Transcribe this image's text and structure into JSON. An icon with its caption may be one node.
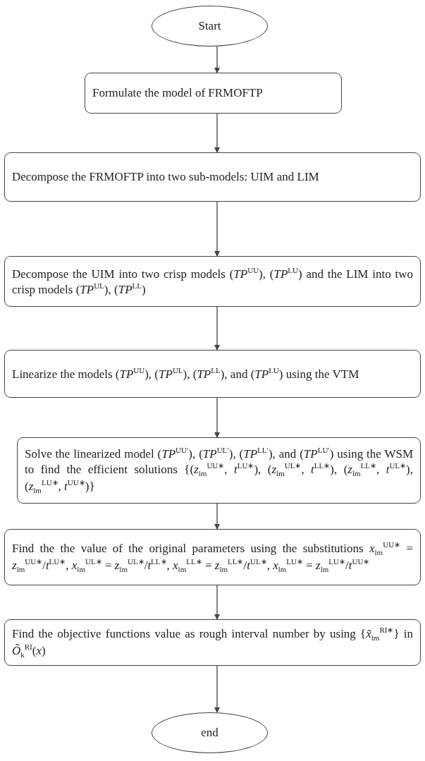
{
  "diagram": {
    "nodes": [
      {
        "text": [
          "Start"
        ]
      },
      {
        "text": [
          "Formulate the model of FRMOFTP"
        ]
      },
      {
        "text": [
          "Decompose the FRMOFTP into two sub-models: UIM and LIM"
        ]
      },
      {
        "text": [
          "Decompose the UIM into two crisp models (*TP*$^{UU}$), (*TP*$^{LU}$) and the LIM into two crisp models (*TP*$^{UL}$), (*TP*$^{LL}$)"
        ]
      },
      {
        "text": [
          "Linearize the models (*TP*$^{UU}$), (*TP*$^{UL}$), (*TP*$^{LL}$), and (*TP*$^{LU}$) using the VTM"
        ]
      },
      {
        "text": [
          "Solve the linearized model (*TP*$^{UU′}$), (*TP*$^{UL′}$), (*TP*$^{LL′}$), and (*TP*$^{LU′}$) using the WSM to find the efficient solutions {(*z*$_{lm}$$^{UU∗}$, *t*$^{LU∗}$), (*z*$_{lm}$$^{UL∗}$, *t*$^{LL∗}$), (*z*$_{lm}$$^{LL∗}$, *t*$^{UL∗}$), (*z*$_{lm}$$^{LU∗}$, *t*$^{UU∗}$)}"
        ]
      },
      {
        "text": [
          "Find the the value of the original parameters using the substitutions *x*$_{lm}$$^{UU∗}$ = *z*$_{lm}$$^{UU∗}$/*t*$^{LU∗}$, *x*$_{lm}$$^{UL∗}$ = *z*$_{lm}$$^{UL∗}$/*t*$^{LL∗}$, *x*$_{lm}$$^{LL∗}$ = *z*$_{lm}$$^{LL∗}$/*t*$^{UL∗}$, *x*$_{lm}$$^{LU∗}$ = *z*$_{lm}$$^{LU∗}$/*t*$^{UU∗}$"
        ]
      },
      {
        "text": [
          "Find the objective functions value as rough interval number by using {*x̃*$_{lm}$$^{RI∗}$} in *Õ*$_{k}$$^{RI}$(*x*)"
        ]
      },
      {
        "text": [
          "end"
        ]
      }
    ],
    "edges": [
      {
        "from": 0,
        "to": 1,
        "arrow": "to"
      },
      {
        "from": 1,
        "to": 2,
        "arrow": "to"
      },
      {
        "from": 2,
        "to": 3,
        "arrow": "to"
      },
      {
        "from": 3,
        "to": 4,
        "arrow": "to"
      },
      {
        "from": 4,
        "to": 5,
        "arrow": "to"
      },
      {
        "from": 5,
        "to": 6,
        "arrow": "to"
      },
      {
        "from": 6,
        "to": 7,
        "arrow": "to"
      },
      {
        "from": 7,
        "to": 8,
        "arrow": "to"
      }
    ]
  }
}
